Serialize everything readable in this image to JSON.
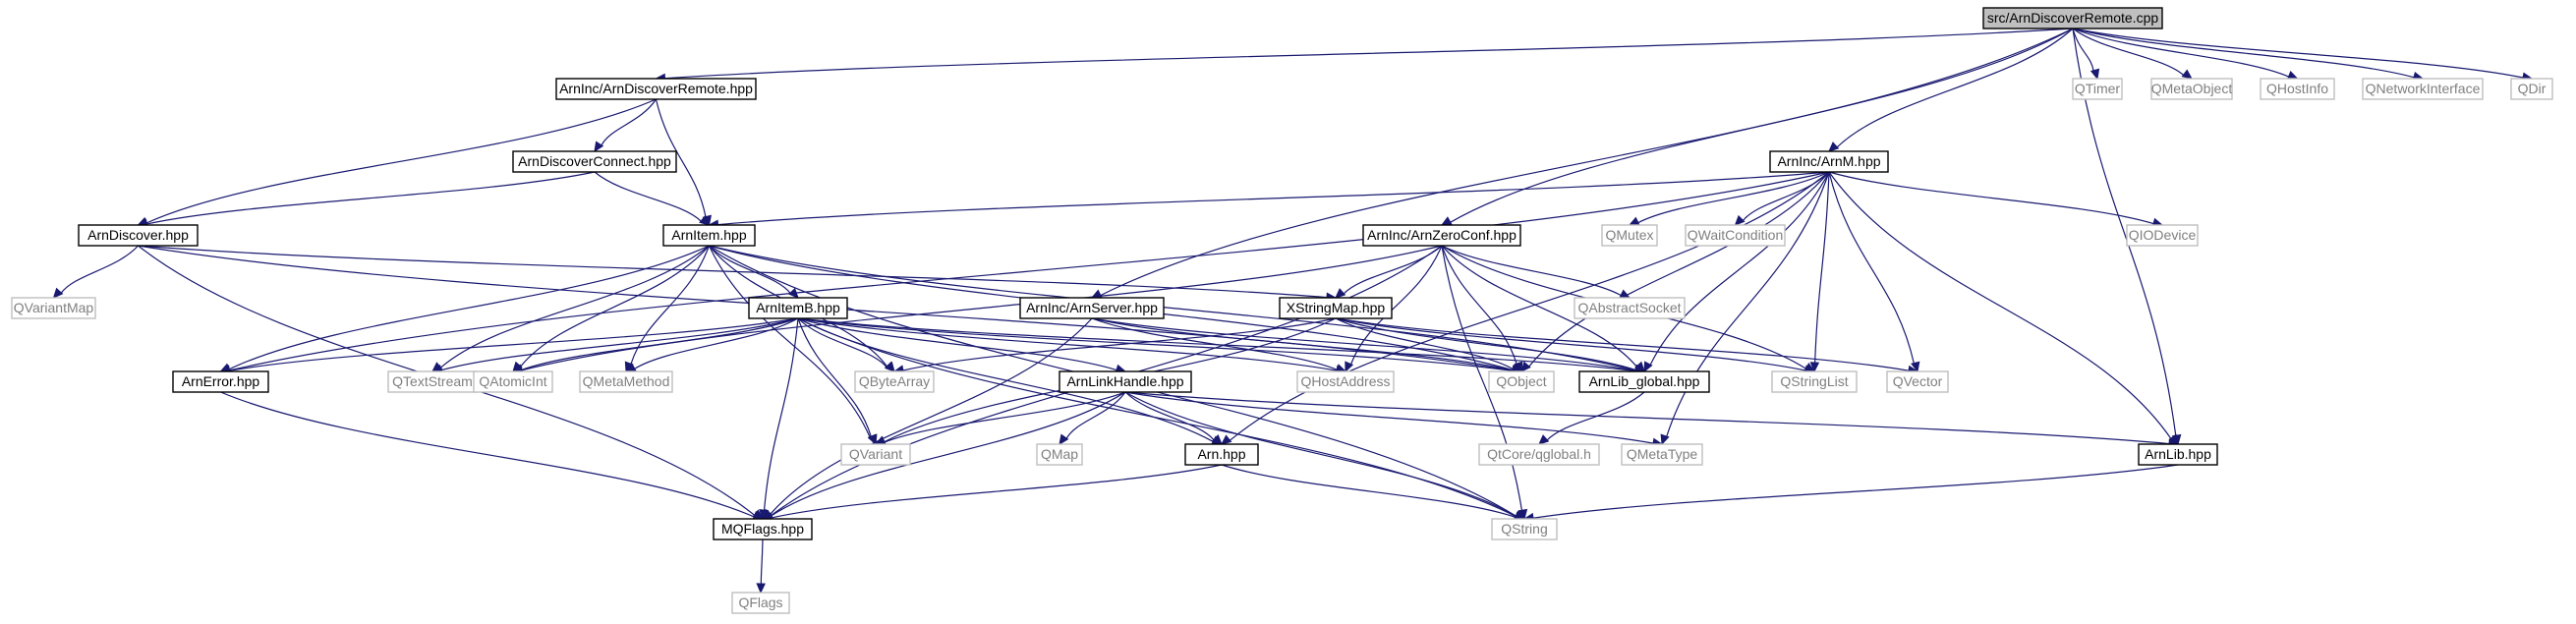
{
  "title": "src/ArnDiscoverRemote.cpp",
  "colors": {
    "edge": "#191970",
    "root_fill": "#bfbfbf",
    "node_fill": "#ffffff",
    "documented_border": "#000000",
    "external_border": "#bfbfbf",
    "external_text": "#808080",
    "text": "#000000"
  },
  "nodes": [
    {
      "id": "root",
      "label": "src/ArnDiscoverRemote.cpp",
      "kind": "root"
    },
    {
      "id": "ArnIncArnDiscoverRemote",
      "label": "ArnInc/ArnDiscoverRemote.hpp",
      "kind": "documented"
    },
    {
      "id": "ArnDiscoverConnect",
      "label": "ArnDiscoverConnect.hpp",
      "kind": "documented"
    },
    {
      "id": "ArnDiscover",
      "label": "ArnDiscover.hpp",
      "kind": "documented"
    },
    {
      "id": "ArnItem",
      "label": "ArnItem.hpp",
      "kind": "documented"
    },
    {
      "id": "ArnItemB",
      "label": "ArnItemB.hpp",
      "kind": "documented"
    },
    {
      "id": "ArnError",
      "label": "ArnError.hpp",
      "kind": "documented"
    },
    {
      "id": "MQFlags",
      "label": "MQFlags.hpp",
      "kind": "documented"
    },
    {
      "id": "ArnIncArnM",
      "label": "ArnInc/ArnM.hpp",
      "kind": "documented"
    },
    {
      "id": "ArnIncArnZeroConf",
      "label": "ArnInc/ArnZeroConf.hpp",
      "kind": "documented"
    },
    {
      "id": "ArnIncArnServer",
      "label": "ArnInc/ArnServer.hpp",
      "kind": "documented"
    },
    {
      "id": "XStringMap",
      "label": "XStringMap.hpp",
      "kind": "documented"
    },
    {
      "id": "ArnLinkHandle",
      "label": "ArnLinkHandle.hpp",
      "kind": "documented"
    },
    {
      "id": "Arn",
      "label": "Arn.hpp",
      "kind": "documented"
    },
    {
      "id": "ArnLibGlobal",
      "label": "ArnLib_global.hpp",
      "kind": "documented"
    },
    {
      "id": "ArnLib",
      "label": "ArnLib.hpp",
      "kind": "documented"
    },
    {
      "id": "QTimer",
      "label": "QTimer",
      "kind": "external"
    },
    {
      "id": "QMetaObject",
      "label": "QMetaObject",
      "kind": "external"
    },
    {
      "id": "QHostInfo",
      "label": "QHostInfo",
      "kind": "external"
    },
    {
      "id": "QNetworkInterface",
      "label": "QNetworkInterface",
      "kind": "external"
    },
    {
      "id": "QDir",
      "label": "QDir",
      "kind": "external"
    },
    {
      "id": "QVariantMap",
      "label": "QVariantMap",
      "kind": "external"
    },
    {
      "id": "QMutex",
      "label": "QMutex",
      "kind": "external"
    },
    {
      "id": "QWaitCondition",
      "label": "QWaitCondition",
      "kind": "external"
    },
    {
      "id": "QIODevice",
      "label": "QIODevice",
      "kind": "external"
    },
    {
      "id": "QAbstractSocket",
      "label": "QAbstractSocket",
      "kind": "external"
    },
    {
      "id": "QTextStream",
      "label": "QTextStream",
      "kind": "external"
    },
    {
      "id": "QAtomicInt",
      "label": "QAtomicInt",
      "kind": "external"
    },
    {
      "id": "QMetaMethod",
      "label": "QMetaMethod",
      "kind": "external"
    },
    {
      "id": "QByteArray",
      "label": "QByteArray",
      "kind": "external"
    },
    {
      "id": "QHostAddress",
      "label": "QHostAddress",
      "kind": "external"
    },
    {
      "id": "QObject",
      "label": "QObject",
      "kind": "external"
    },
    {
      "id": "QStringList",
      "label": "QStringList",
      "kind": "external"
    },
    {
      "id": "QVector",
      "label": "QVector",
      "kind": "external"
    },
    {
      "id": "QVariant",
      "label": "QVariant",
      "kind": "external"
    },
    {
      "id": "QMap",
      "label": "QMap",
      "kind": "external"
    },
    {
      "id": "QMetaType",
      "label": "QMetaType",
      "kind": "external"
    },
    {
      "id": "QtCoreQglobal",
      "label": "QtCore/qglobal.h",
      "kind": "external"
    },
    {
      "id": "QString",
      "label": "QString",
      "kind": "external"
    },
    {
      "id": "QFlags",
      "label": "QFlags",
      "kind": "external"
    }
  ],
  "edges": [
    [
      "root",
      "ArnIncArnDiscoverRemote"
    ],
    [
      "root",
      "QTimer"
    ],
    [
      "root",
      "QMetaObject"
    ],
    [
      "root",
      "QHostInfo"
    ],
    [
      "root",
      "QNetworkInterface"
    ],
    [
      "root",
      "QDir"
    ],
    [
      "root",
      "ArnIncArnM"
    ],
    [
      "root",
      "ArnIncArnZeroConf"
    ],
    [
      "root",
      "ArnIncArnServer"
    ],
    [
      "root",
      "ArnLib"
    ],
    [
      "ArnIncArnDiscoverRemote",
      "ArnDiscoverConnect"
    ],
    [
      "ArnIncArnDiscoverRemote",
      "ArnDiscover"
    ],
    [
      "ArnIncArnDiscoverRemote",
      "ArnItem"
    ],
    [
      "ArnDiscoverConnect",
      "ArnDiscover"
    ],
    [
      "ArnDiscoverConnect",
      "ArnItem"
    ],
    [
      "ArnDiscover",
      "QVariantMap"
    ],
    [
      "ArnDiscover",
      "MQFlags"
    ],
    [
      "ArnDiscover",
      "XStringMap"
    ],
    [
      "ArnDiscover",
      "QObject"
    ],
    [
      "ArnItem",
      "ArnItemB"
    ],
    [
      "ArnItem",
      "ArnError"
    ],
    [
      "ArnItem",
      "QTextStream"
    ],
    [
      "ArnItem",
      "QAtomicInt"
    ],
    [
      "ArnItem",
      "QMetaMethod"
    ],
    [
      "ArnItem",
      "QByteArray"
    ],
    [
      "ArnItem",
      "QVariant"
    ],
    [
      "ArnItem",
      "QObject"
    ],
    [
      "ArnItem",
      "ArnLibGlobal"
    ],
    [
      "ArnItem",
      "QString"
    ],
    [
      "ArnItemB",
      "ArnError"
    ],
    [
      "ArnItemB",
      "QTextStream"
    ],
    [
      "ArnItemB",
      "QAtomicInt"
    ],
    [
      "ArnItemB",
      "QMetaMethod"
    ],
    [
      "ArnItemB",
      "QByteArray"
    ],
    [
      "ArnItemB",
      "QVariant"
    ],
    [
      "ArnItemB",
      "MQFlags"
    ],
    [
      "ArnItemB",
      "ArnLinkHandle"
    ],
    [
      "ArnItemB",
      "QHostAddress"
    ],
    [
      "ArnItemB",
      "QObject"
    ],
    [
      "ArnItemB",
      "ArnLibGlobal"
    ],
    [
      "ArnItemB",
      "Arn"
    ],
    [
      "ArnItemB",
      "QString"
    ],
    [
      "ArnError",
      "MQFlags"
    ],
    [
      "MQFlags",
      "QFlags"
    ],
    [
      "ArnIncArnM",
      "ArnItem"
    ],
    [
      "ArnIncArnM",
      "ArnError"
    ],
    [
      "ArnIncArnM",
      "QMutex"
    ],
    [
      "ArnIncArnM",
      "QWaitCondition"
    ],
    [
      "ArnIncArnM",
      "QIODevice"
    ],
    [
      "ArnIncArnM",
      "QStringList"
    ],
    [
      "ArnIncArnM",
      "QVector"
    ],
    [
      "ArnIncArnM",
      "ArnLibGlobal"
    ],
    [
      "ArnIncArnM",
      "ArnLib"
    ],
    [
      "ArnIncArnM",
      "QMetaType"
    ],
    [
      "ArnIncArnM",
      "Arn"
    ],
    [
      "ArnIncArnM",
      "QObject"
    ],
    [
      "ArnIncArnZeroConf",
      "XStringMap"
    ],
    [
      "ArnIncArnZeroConf",
      "QAbstractSocket"
    ],
    [
      "ArnIncArnZeroConf",
      "QObject"
    ],
    [
      "ArnIncArnZeroConf",
      "QStringList"
    ],
    [
      "ArnIncArnZeroConf",
      "MQFlags"
    ],
    [
      "ArnIncArnZeroConf",
      "QAtomicInt"
    ],
    [
      "ArnIncArnZeroConf",
      "ArnLibGlobal"
    ],
    [
      "ArnIncArnZeroConf",
      "QHostAddress"
    ],
    [
      "ArnIncArnZeroConf",
      "QString"
    ],
    [
      "ArnIncArnServer",
      "QHostAddress"
    ],
    [
      "ArnIncArnServer",
      "QObject"
    ],
    [
      "ArnIncArnServer",
      "MQFlags"
    ],
    [
      "ArnIncArnServer",
      "ArnLibGlobal"
    ],
    [
      "XStringMap",
      "QByteArray"
    ],
    [
      "XStringMap",
      "QVariant"
    ],
    [
      "XStringMap",
      "QStringList"
    ],
    [
      "XStringMap",
      "QVector"
    ],
    [
      "XStringMap",
      "ArnLibGlobal"
    ],
    [
      "XStringMap",
      "QObject"
    ],
    [
      "ArnLinkHandle",
      "QVariant"
    ],
    [
      "ArnLinkHandle",
      "QMap"
    ],
    [
      "ArnLinkHandle",
      "Arn"
    ],
    [
      "ArnLinkHandle",
      "MQFlags"
    ],
    [
      "ArnLinkHandle",
      "QString"
    ],
    [
      "ArnLinkHandle",
      "QMetaType"
    ],
    [
      "ArnLinkHandle",
      "ArnLib"
    ],
    [
      "Arn",
      "MQFlags"
    ],
    [
      "Arn",
      "QString"
    ],
    [
      "ArnLibGlobal",
      "QtCoreQglobal"
    ],
    [
      "ArnLib",
      "QString"
    ]
  ]
}
